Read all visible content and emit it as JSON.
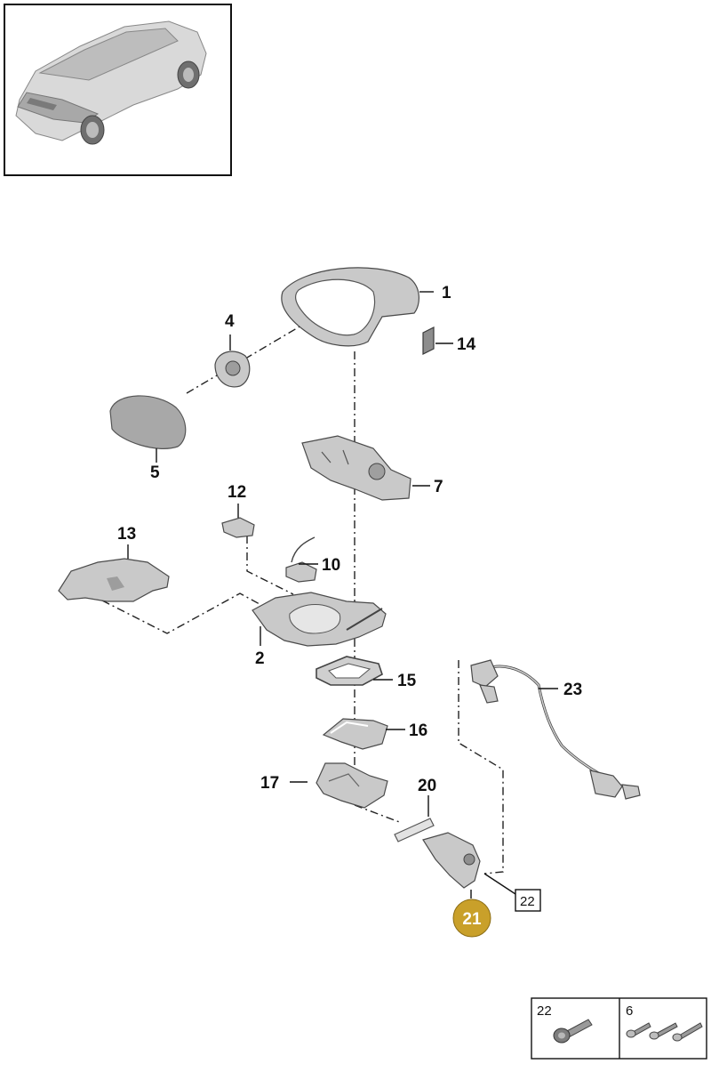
{
  "callouts": {
    "c1": "1",
    "c2": "2",
    "c4": "4",
    "c5": "5",
    "c7": "7",
    "c10": "10",
    "c12": "12",
    "c13": "13",
    "c14": "14",
    "c15": "15",
    "c16": "16",
    "c17": "17",
    "c20": "20",
    "c21": "21",
    "c22": "22",
    "c23": "23"
  },
  "highlight": {
    "label": "21",
    "color": "#c9a02a"
  },
  "legend": {
    "left_label": "22",
    "right_label": "6"
  }
}
